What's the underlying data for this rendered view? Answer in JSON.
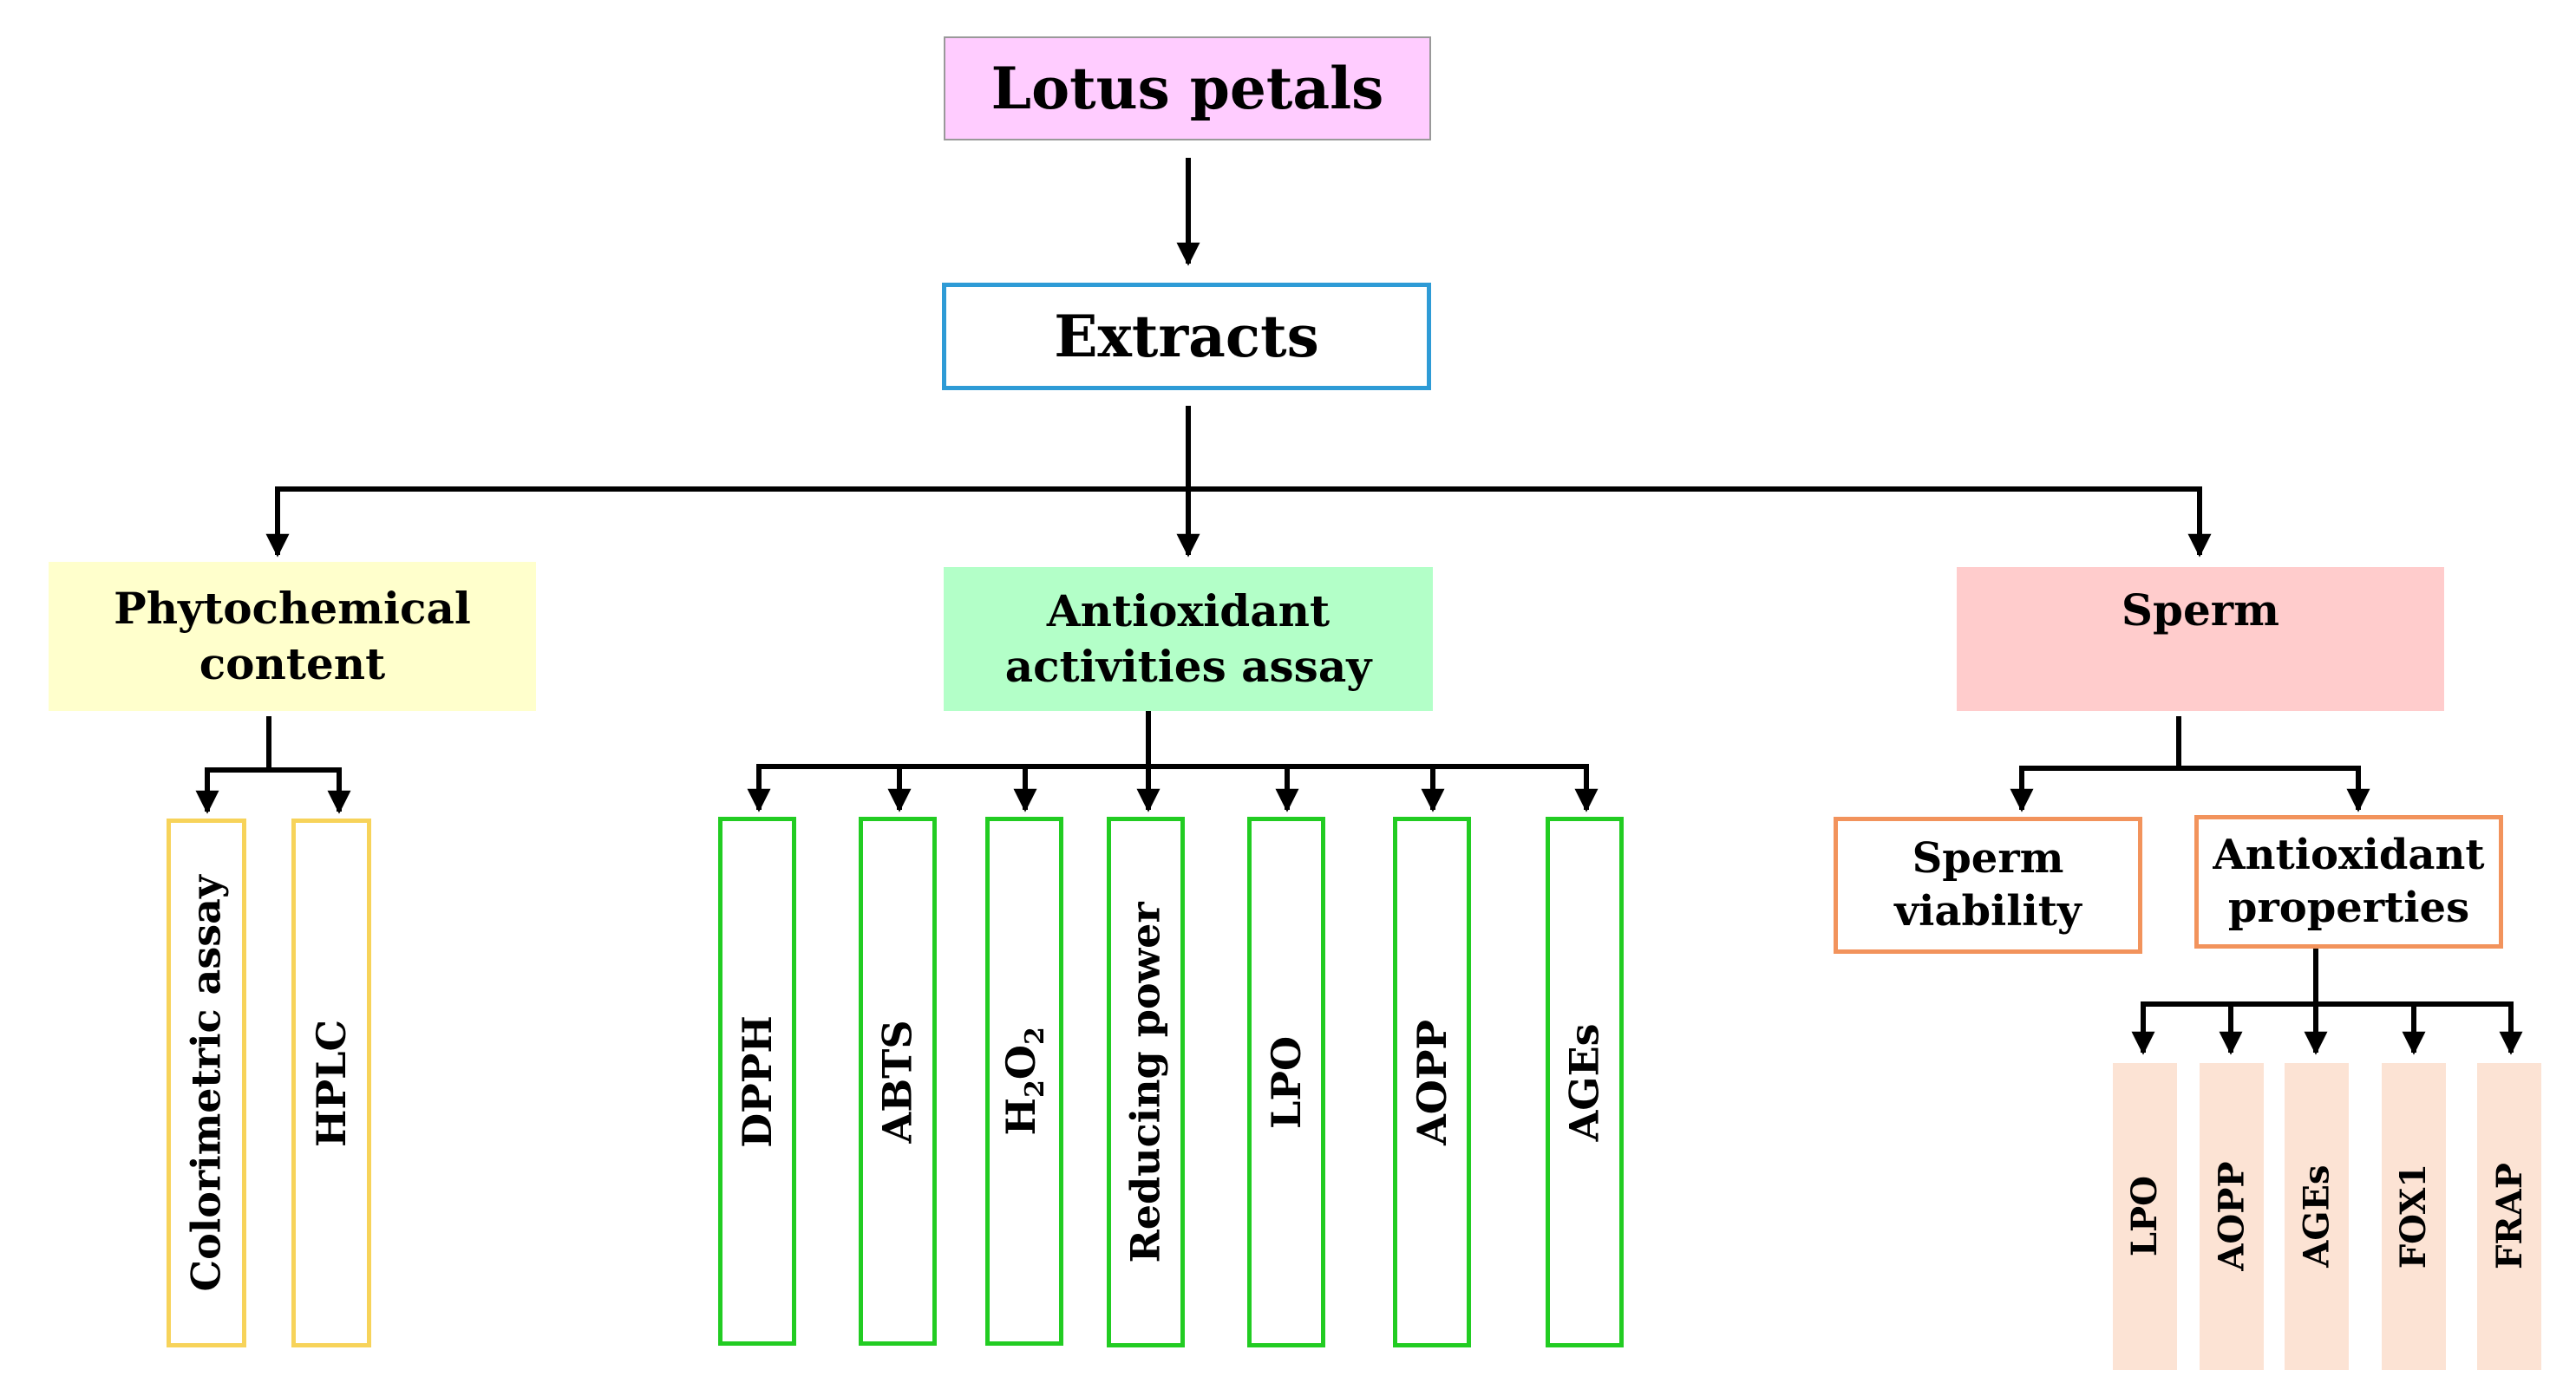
{
  "nodes": {
    "root": {
      "label": "Lotus petals",
      "fill": "#FFCCFF",
      "border": "#999999"
    },
    "extracts": {
      "label": "Extracts",
      "border": "#2E9BD6"
    },
    "phytochemical": {
      "label": "Phytochemical content",
      "fill": "#FFFFCC"
    },
    "antioxidant_assay": {
      "label": "Antioxidant activities assay",
      "fill": "#B3FFC8"
    },
    "sperm": {
      "label": "Sperm",
      "fill": "#FFCCCC"
    },
    "phyto_children": [
      {
        "label": "Colorimetric assay"
      },
      {
        "label": "HPLC"
      }
    ],
    "assay_children": [
      {
        "label": "DPPH"
      },
      {
        "label": "ABTS"
      },
      {
        "label_main": "H",
        "label_sub1": "2",
        "label_mid": "O",
        "label_sub2": "2"
      },
      {
        "label": "Reducing power"
      },
      {
        "label": "LPO"
      },
      {
        "label": "AOPP"
      },
      {
        "label": "AGEs"
      }
    ],
    "sperm_children": [
      {
        "label": "Sperm viability"
      },
      {
        "label": "Antioxidant properties"
      }
    ],
    "property_children": [
      {
        "label": "LPO"
      },
      {
        "label": "AOPP"
      },
      {
        "label": "AGEs"
      },
      {
        "label": "FOX1"
      },
      {
        "label": "FRAP"
      }
    ]
  },
  "colors": {
    "yellow_border": "#F7D35A",
    "green_border": "#22CC22",
    "orange_border": "#F2935C",
    "peach_fill": "#FCE3D4",
    "connector": "#000000"
  }
}
